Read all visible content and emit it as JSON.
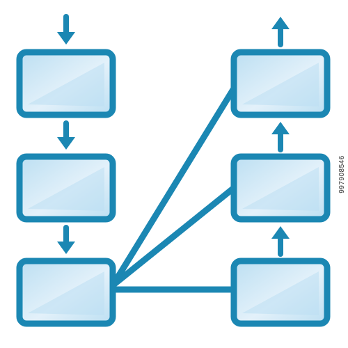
{
  "icon": {
    "name": "data-pipeline-flow-icon",
    "stroke_color": "#1b87b3",
    "fill_light": "#e3f1fa",
    "fill_dark": "#bcdff2",
    "background": "#ffffff"
  },
  "diagram": {
    "left_column": {
      "flow_direction": "down",
      "boxes": [
        {
          "id": "L1"
        },
        {
          "id": "L2"
        },
        {
          "id": "L3"
        }
      ]
    },
    "right_column": {
      "flow_direction": "up",
      "boxes": [
        {
          "id": "R1"
        },
        {
          "id": "R2"
        },
        {
          "id": "R3"
        }
      ]
    },
    "links": [
      {
        "from": "L3",
        "to": "R1"
      },
      {
        "from": "L3",
        "to": "R2"
      },
      {
        "from": "L3",
        "to": "R3"
      }
    ]
  },
  "watermark": {
    "id_text": "997908546"
  }
}
